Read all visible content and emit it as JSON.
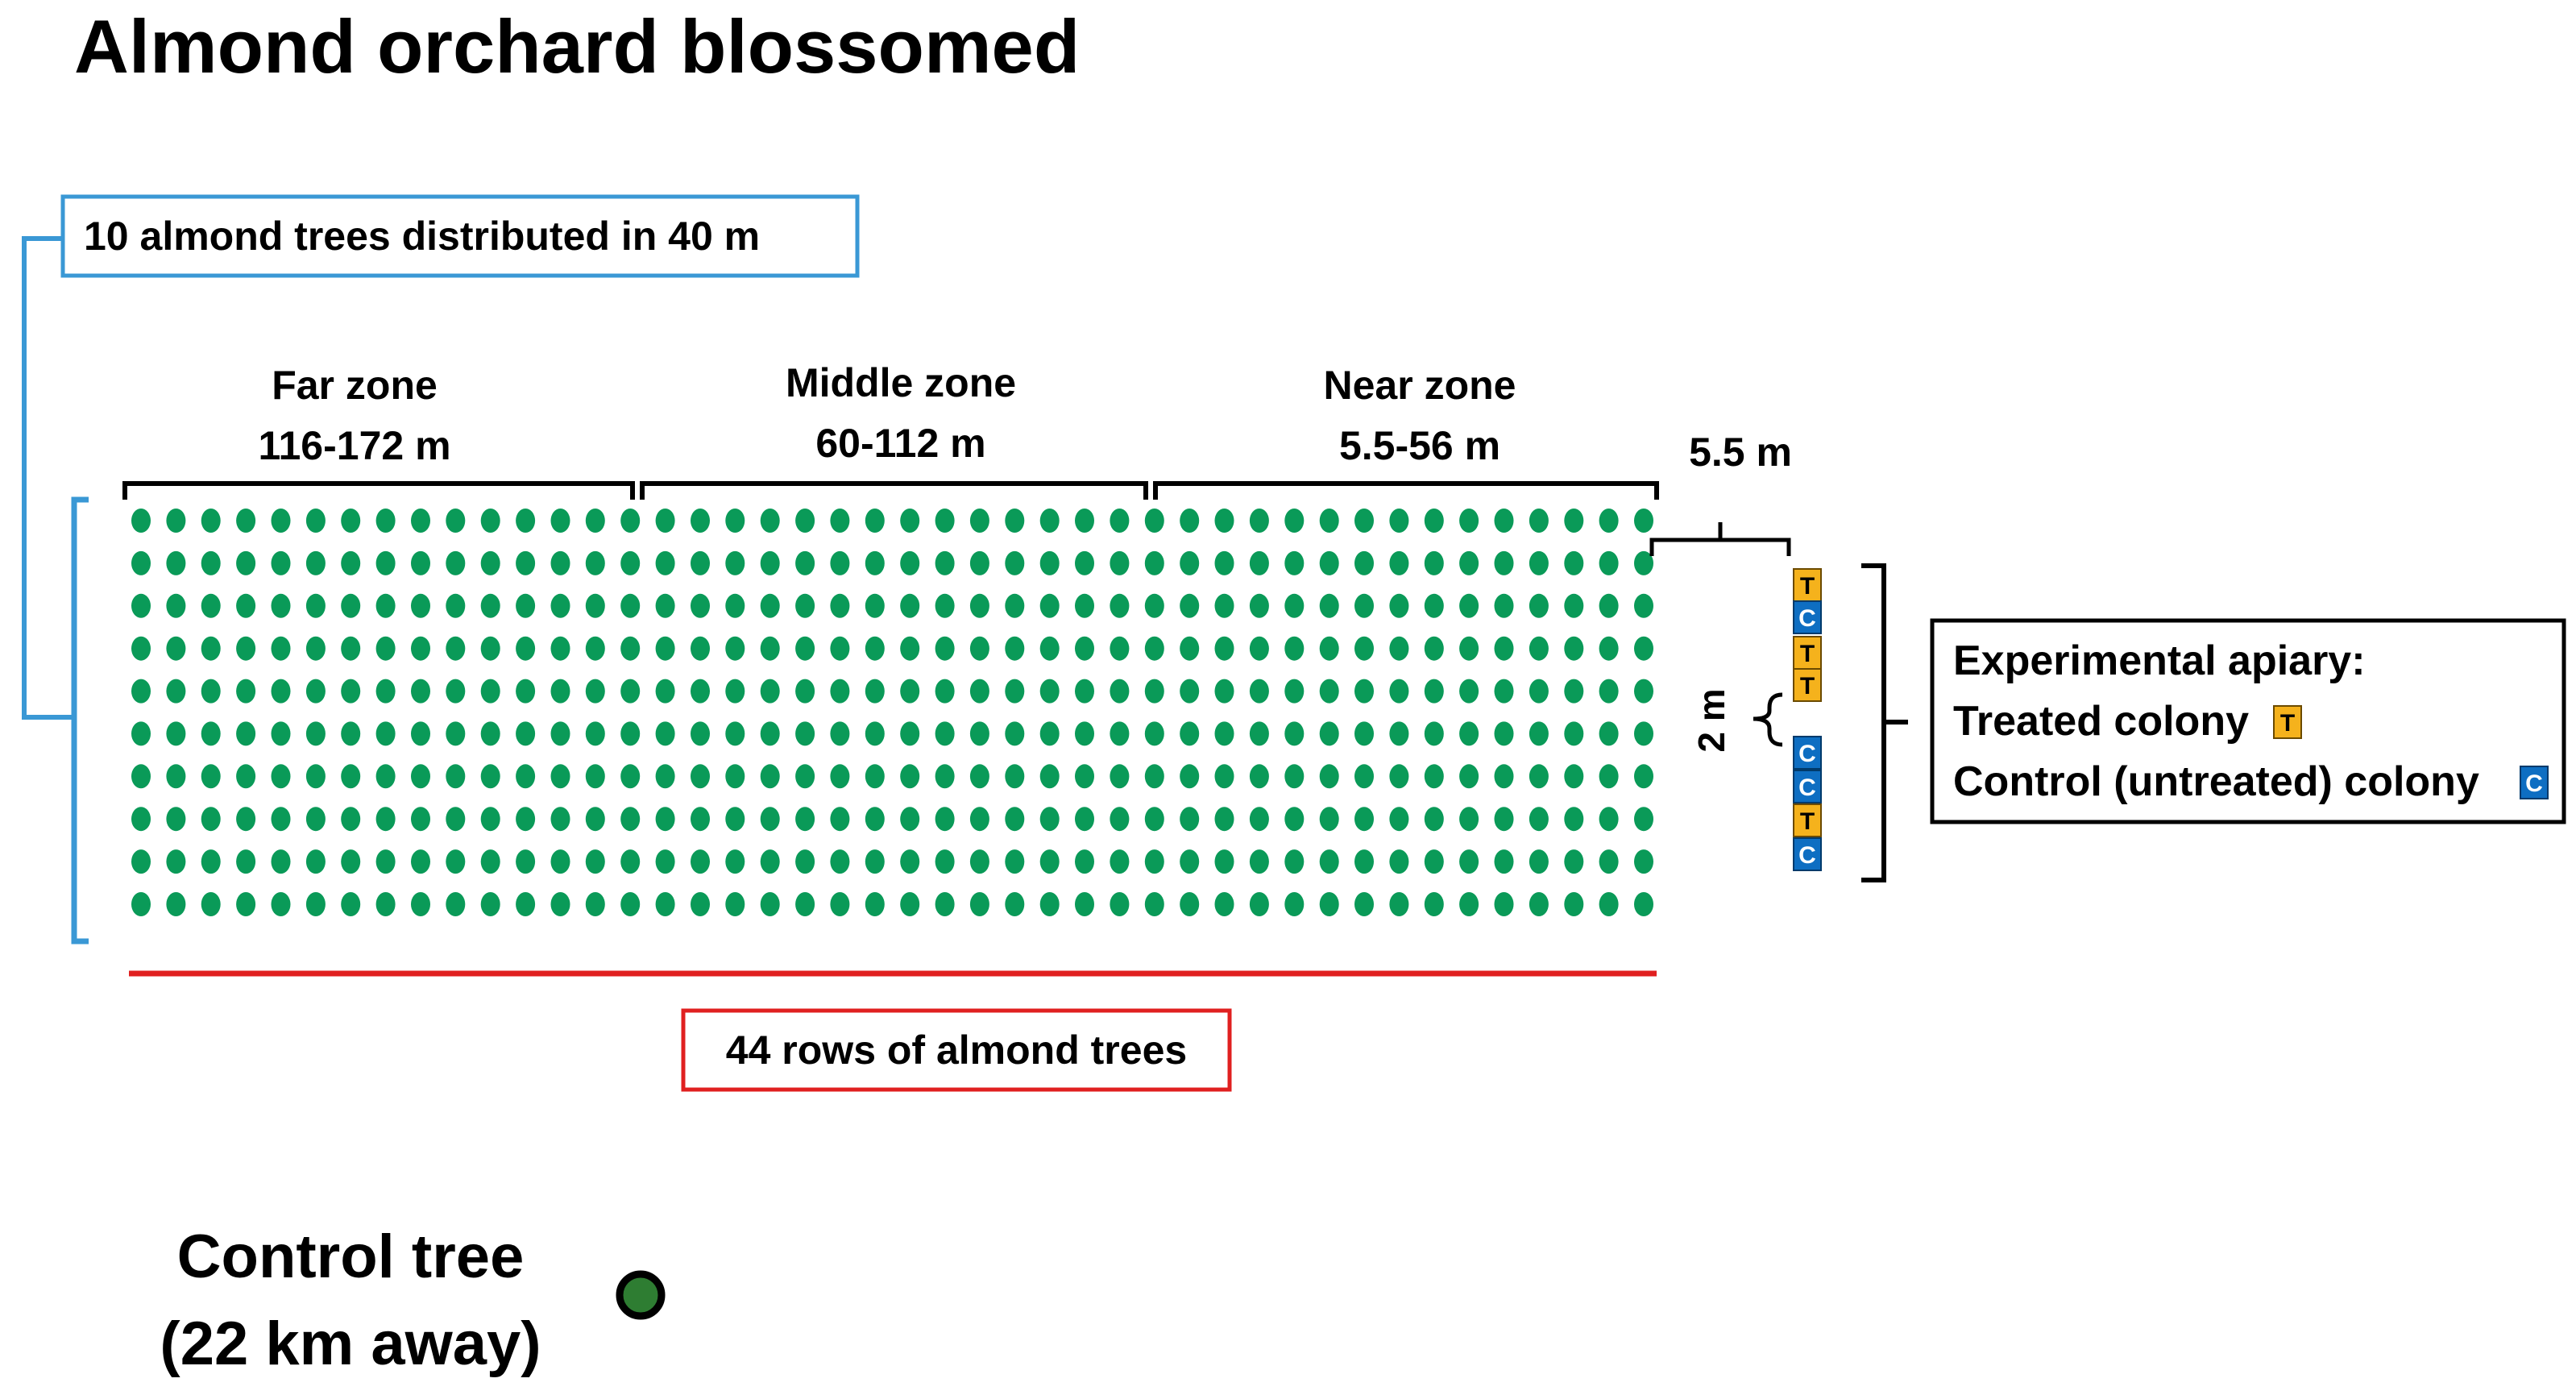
{
  "title": "Almond orchard blossomed",
  "box_trees": "10 almond trees distributed in 40 m",
  "zones": [
    {
      "name": "Far zone",
      "range": "116-172 m"
    },
    {
      "name": "Middle zone",
      "range": "60-112 m"
    },
    {
      "name": "Near zone",
      "range": "5.5-56 m"
    }
  ],
  "distance_label": "5.5 m",
  "spacing_label": "2 m",
  "rows_label": "44 rows of almond trees",
  "orchard": {
    "rows": 10,
    "columns": 44
  },
  "hives": [
    "T",
    "C",
    "T",
    "T",
    "C",
    "C",
    "T",
    "C"
  ],
  "legend": {
    "title": "Experimental apiary:",
    "treated": "Treated colony",
    "control": "Control (untreated) colony",
    "treated_mark": "T",
    "control_mark": "C"
  },
  "control_tree_line1": "Control tree",
  "control_tree_line2": "(22 km away)",
  "colors": {
    "tree": "#0a9a58",
    "tree_bracket": "#3a98d5",
    "rows_line": "#e02020",
    "treated_hive": "#f5b21c",
    "control_hive": "#0e6ec2",
    "control_tree": "#2e7d32",
    "text": "#000000"
  }
}
